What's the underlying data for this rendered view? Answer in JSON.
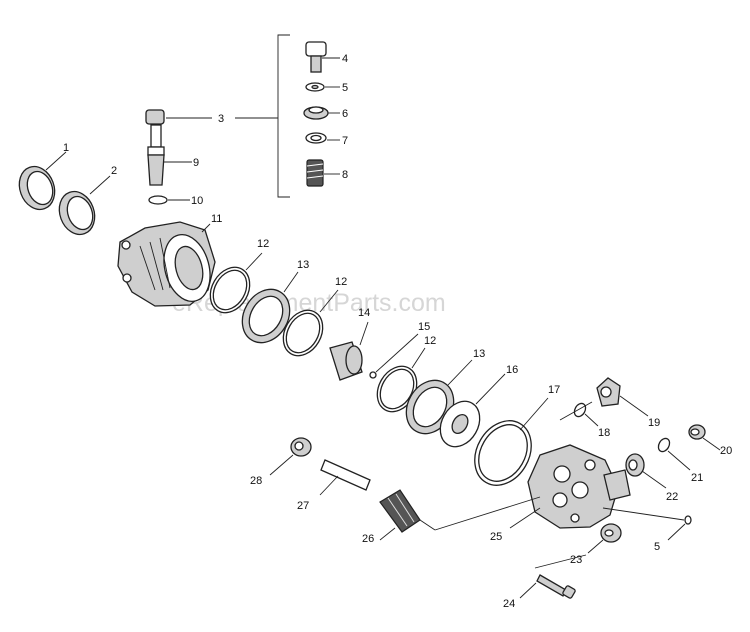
{
  "watermark": "eReplacementParts.com",
  "callouts": {
    "c1": "1",
    "c2": "2",
    "c3": "3",
    "c4": "4",
    "c5a": "5",
    "c6": "6",
    "c7": "7",
    "c8": "8",
    "c9": "9",
    "c10": "10",
    "c11": "11",
    "c12a": "12",
    "c13a": "13",
    "c12b": "12",
    "c14": "14",
    "c15": "15",
    "c12c": "12",
    "c13b": "13",
    "c16": "16",
    "c17": "17",
    "c18": "18",
    "c19": "19",
    "c20": "20",
    "c21": "21",
    "c22": "22",
    "c23": "23",
    "c24": "24",
    "c25": "25",
    "c26": "26",
    "c27": "27",
    "c28": "28",
    "c5b": "5"
  }
}
